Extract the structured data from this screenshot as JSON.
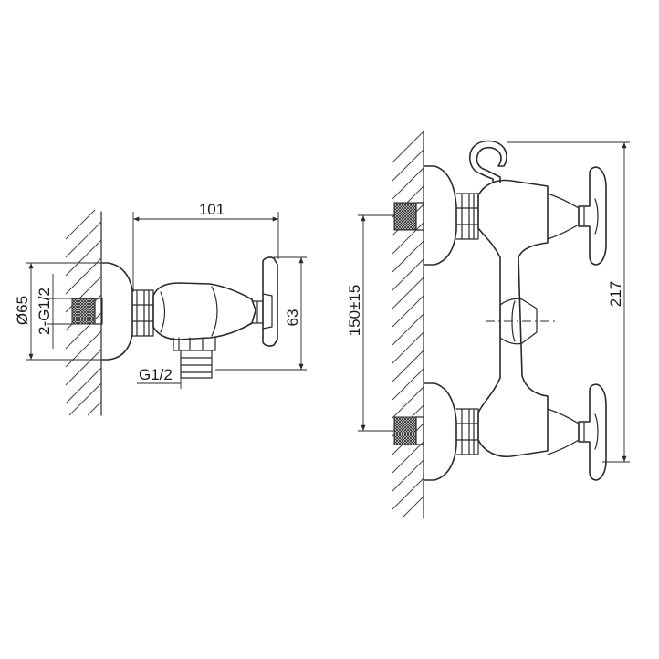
{
  "dimensions": {
    "side_width": "101",
    "side_height": "63",
    "rosette_diameter": "Ø65",
    "inlet_thread": "2-G1/2",
    "outlet_thread": "G1/2",
    "center_distance": "150±15",
    "total_height": "217"
  }
}
